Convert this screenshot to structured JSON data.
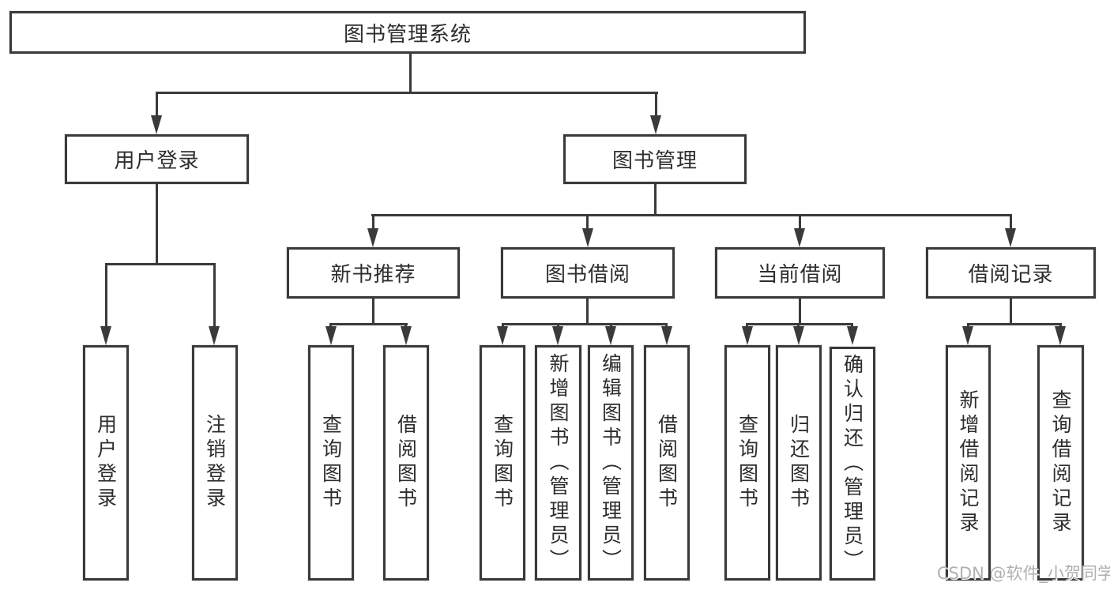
{
  "root": {
    "label": "图书管理系统"
  },
  "level2": {
    "user_login": "用户登录",
    "book_mgmt": "图书管理"
  },
  "level3": {
    "new_book": "新书推荐",
    "borrow": "图书借阅",
    "current": "当前借阅",
    "records": "借阅记录"
  },
  "leaves": {
    "user_login": [
      "用户登录",
      "注销登录"
    ],
    "new_book": [
      "查询图书",
      "借阅图书"
    ],
    "borrow": [
      "查询图书",
      "新增图书（管理员）",
      "编辑图书（管理员）",
      "借阅图书"
    ],
    "current": [
      "查询图书",
      "归还图书",
      "确认归还（管理员）"
    ],
    "records": [
      "新增借阅记录",
      "查询借阅记录"
    ]
  },
  "watermark": {
    "text": "CSDN @软件_小贺同学"
  },
  "colors": {
    "line": "#3a3a3a",
    "text": "#2d2d2d",
    "watermark": "#b0b0b0",
    "background": "#ffffff"
  }
}
